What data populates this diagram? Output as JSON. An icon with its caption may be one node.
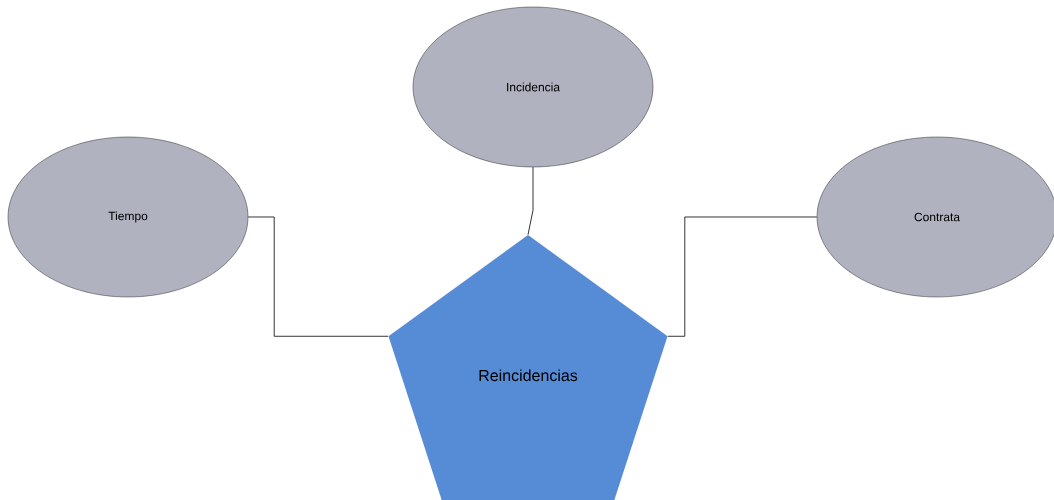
{
  "diagram": {
    "nodes": [
      {
        "text": [
          "Incidencia"
        ]
      },
      {
        "text": [
          "Tiempo"
        ]
      },
      {
        "text": [
          "Contrata"
        ]
      },
      {
        "text": [
          "Reincidencias"
        ]
      }
    ],
    "edges": [
      {
        "from": 0,
        "to": 3,
        "arrow": "none"
      },
      {
        "from": 1,
        "to": 3,
        "arrow": "none"
      },
      {
        "from": 2,
        "to": 3,
        "arrow": "none"
      }
    ]
  }
}
